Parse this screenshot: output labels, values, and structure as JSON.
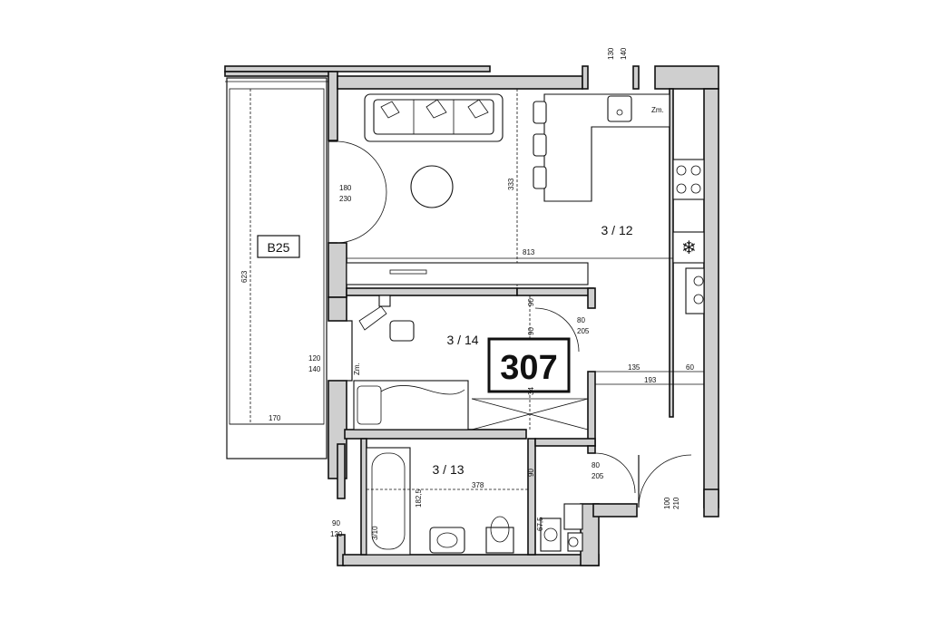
{
  "unit_number": "307",
  "rooms": {
    "living": "3 / 12",
    "bedroom": "3 / 14",
    "bathroom": "3 / 13",
    "balcony": "B25"
  },
  "dimensions": {
    "window_top_a": "130",
    "window_top_b": "140",
    "door_living_a": "180",
    "door_living_b": "230",
    "living_width": "813",
    "living_height": "333",
    "balcony_length": "623",
    "balcony_width": "170",
    "bedroom_window_a": "120",
    "bedroom_window_b": "140",
    "bedroom_door_a": "80",
    "bedroom_door_b": "205",
    "hall_a": "135",
    "hall_b": "193",
    "hall_c": "60",
    "bath_door_a": "80",
    "bath_door_b": "205",
    "bath_width": "378",
    "bath_height": "182,5",
    "bath_window_a": "90",
    "bath_window_b": "120",
    "entry_door_a": "100",
    "entry_door_b": "210",
    "kitchen_note": "Zm.",
    "sink_note": "Zm.",
    "bed_note": "Zm.",
    "small_a": "67,5",
    "small_b": "90",
    "small_c": "34",
    "small_d": "90",
    "small_e": "3/10"
  }
}
